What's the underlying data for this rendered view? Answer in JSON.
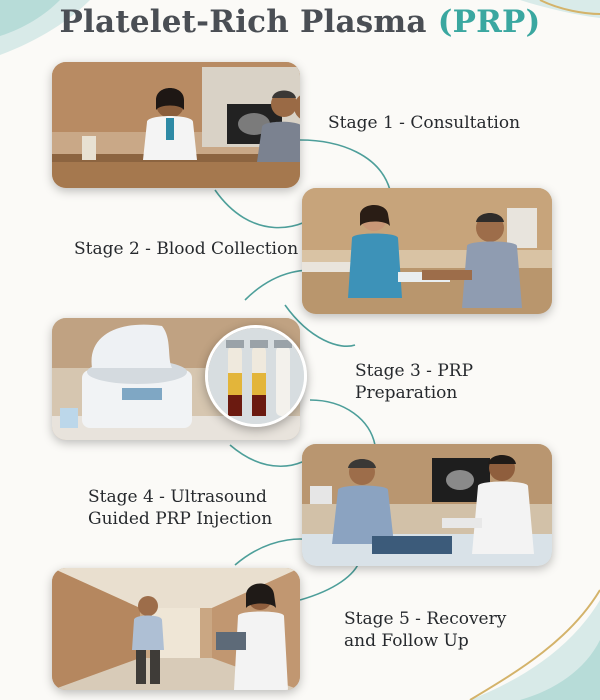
{
  "title": {
    "main": "Platelet-Rich Plasma",
    "accent": "(PRP)"
  },
  "stages": [
    {
      "label_lines": [
        "Stage 1 - Consultation"
      ]
    },
    {
      "label_lines": [
        "Stage 2 - Blood Collection"
      ]
    },
    {
      "label_lines": [
        "Stage 3 - PRP",
        "Preparation"
      ]
    },
    {
      "label_lines": [
        "Stage 4 - Ultrasound",
        "Guided PRP Injection"
      ]
    },
    {
      "label_lines": [
        "Stage 5 - Recovery",
        "and Follow Up"
      ]
    }
  ],
  "colors": {
    "accent_teal": "#3aa7a0",
    "connector": "#2f8f8a",
    "text": "#26292d"
  }
}
